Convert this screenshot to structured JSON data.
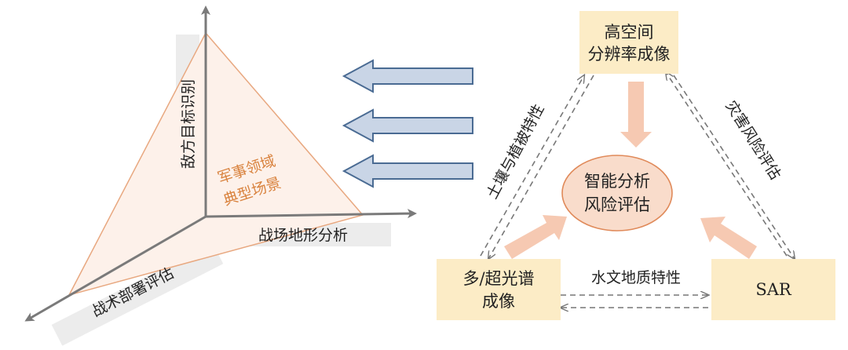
{
  "left_axes": {
    "vertical_label": "敌方目标识别",
    "horizontal_label": "战场地形分析",
    "diagonal_label": "战术部署评估",
    "center_label_line1": "军事领域",
    "center_label_line2": "典型场景"
  },
  "right_triangle": {
    "top_node": {
      "line1": "高空间",
      "line2": "分辨率成像"
    },
    "left_node": {
      "line1": "多/超光谱",
      "line2": "成像"
    },
    "right_node": {
      "line1": "SAR"
    },
    "center_node": {
      "line1": "智能分析",
      "line2": "风险评估"
    },
    "edge_left": "土壤与植被特性",
    "edge_right": "灾害风险评估",
    "edge_bottom": "水文地质特性"
  },
  "arrows_count_label": "",
  "colors": {
    "node_fill": "#fcecc6",
    "center_fill": "#f9dccb",
    "center_stroke": "#e08a5a",
    "scene_text": "#d9833f",
    "triangle_fill": "#fdf1ea",
    "triangle_stroke": "#e8a880",
    "axis_color": "#7a7a7a",
    "label_bg": "#ececec",
    "big_arrow_fill": "#c9d5e6",
    "big_arrow_stroke": "#4a6b93",
    "flow_arrow": "#f6c9b2",
    "dashed_arrow": "#777777"
  }
}
